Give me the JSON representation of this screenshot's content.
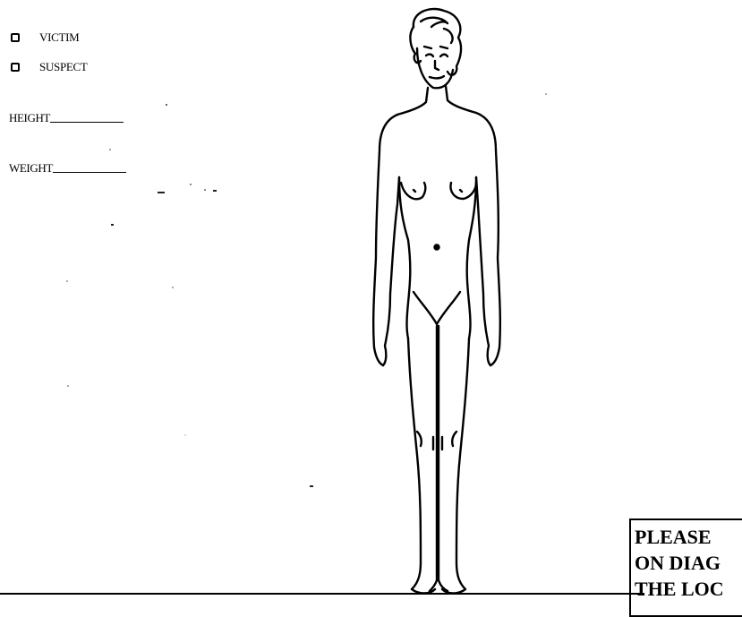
{
  "form": {
    "options": [
      {
        "label": "VICTIM",
        "checked": false
      },
      {
        "label": "SUSPECT",
        "checked": false
      }
    ],
    "fields": {
      "height_label": "HEIGHT",
      "weight_label": "WEIGHT"
    },
    "note_lines": [
      "PLEASE",
      "ON DIAG",
      "THE LOC"
    ]
  },
  "diagram": {
    "figure_icon": "female-body-outline-front-view"
  }
}
